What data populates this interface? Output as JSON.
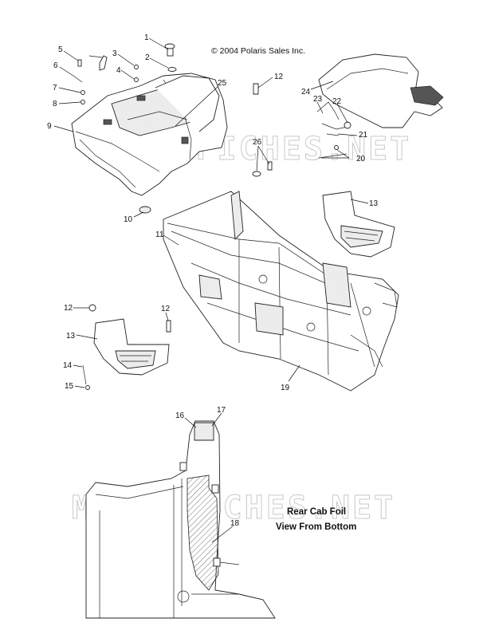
{
  "copyright": "© 2004 Polaris Sales Inc.",
  "watermark": "MICROFICHES.NET",
  "view_label_line1": "Rear Cab Foil",
  "view_label_line2": "View From Bottom",
  "callouts": {
    "c1": "1",
    "c2": "2",
    "c3": "3",
    "c4": "4",
    "c5": "5",
    "c6": "6",
    "c7": "7",
    "c8": "8",
    "c9": "9",
    "c10": "10",
    "c11": "11",
    "c12a": "12",
    "c12b": "12",
    "c12c": "12",
    "c13a": "13",
    "c13b": "13",
    "c14": "14",
    "c15": "15",
    "c16": "16",
    "c17": "17",
    "c18": "18",
    "c19": "19",
    "c20": "20",
    "c21": "21",
    "c22": "22",
    "c23": "23",
    "c24": "24",
    "c25": "25",
    "c26": "26"
  }
}
